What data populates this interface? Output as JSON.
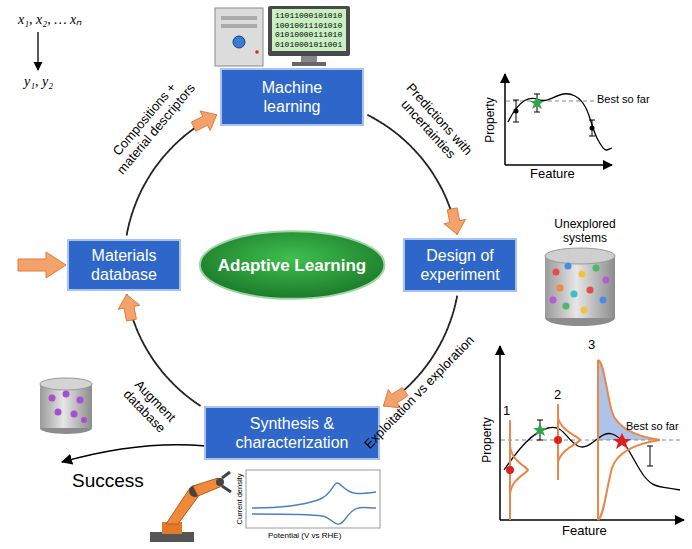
{
  "diagram": {
    "nodes": [
      {
        "text": [
          "Machine learning"
        ]
      },
      {
        "text": [
          "Materials database"
        ]
      },
      {
        "text": [
          "Adaptive Learning"
        ]
      },
      {
        "text": [
          "Design of experiment"
        ]
      },
      {
        "text": [
          "Synthesis & characterization"
        ]
      }
    ],
    "edges": [
      {
        "from": 0,
        "to": 3,
        "label": "Predictions with uncertainties",
        "arrow": "to"
      },
      {
        "from": 3,
        "to": 4,
        "label": "Exploitation vs exploration",
        "arrow": "to"
      },
      {
        "from": 4,
        "to": 1,
        "label": "Augment database",
        "arrow": "to"
      },
      {
        "from": 1,
        "to": 0,
        "label": "Compositions + material descriptors",
        "arrow": "to"
      }
    ],
    "labels": [
      "x₁, x₂, … xₙ",
      "y₁, y₂",
      "11011000101010",
      "10010011101010",
      "01010000111010",
      "01010001011001",
      "Property",
      "Feature",
      "Best so far",
      "Unexplored systems",
      "1",
      "2",
      "3",
      "Best so far",
      "Property",
      "Feature",
      "Success",
      "Current density",
      "Potential (V vs RHE)"
    ]
  }
}
